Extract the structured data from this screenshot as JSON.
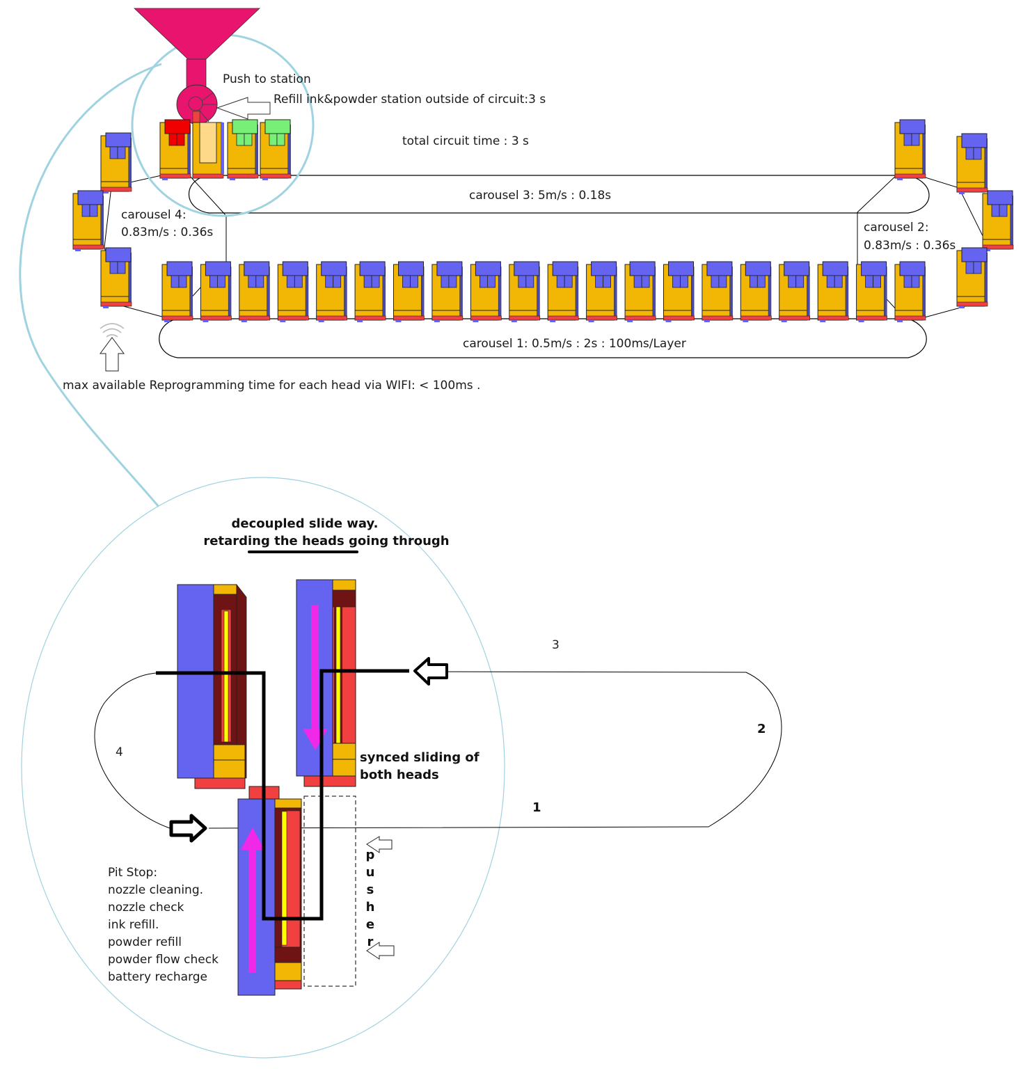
{
  "colors": {
    "head_body": "#F2B705",
    "head_cap_default": "#6464F0",
    "head_cap_refill_red": "#F00000",
    "head_cap_refill_green": "#78F078",
    "head_cap_refill_light": "#FFD98A",
    "head_base": "#F04040",
    "funnel": "#E8146E",
    "magnifier_circle": "#9FD3E0",
    "side_blue": "#6464F0",
    "side_dark_red": "#6E1414",
    "side_red": "#F04040",
    "side_yellow": "#FFFF00",
    "slide_arrow": "#F028E8",
    "outline": "#000000"
  },
  "top_section": {
    "station": {
      "push_label": "Push to station",
      "refill_label": "Refill ink&powder station outside of circuit:3 s",
      "icons": [
        "funnel-icon",
        "rotary-valve-icon",
        "push-arrow-icon"
      ],
      "refill_heads": [
        {
          "state": "refill-red"
        },
        {
          "state": "refill-light"
        },
        {
          "state": "refill-green"
        },
        {
          "state": "refill-green"
        }
      ]
    },
    "total_time_label": "total circuit time : 3 s",
    "carousels": [
      {
        "id": 1,
        "label": "carousel 1:  0.5m/s : 2s : 100ms/Layer",
        "heads": 20
      },
      {
        "id": 2,
        "label_line1": "carousel 2:",
        "label_line2": "0.83m/s : 0.36s",
        "heads": 4
      },
      {
        "id": 3,
        "label": "carousel 3:  5m/s  : 0.18s",
        "heads": 1
      },
      {
        "id": 4,
        "label_line1": "carousel 4:",
        "label_line2": "0.83m/s : 0.36s",
        "heads": 3
      }
    ],
    "wifi": {
      "icon": "wifi-icon",
      "label": "max available Reprogramming time for each head via WIFI: < 100ms ."
    }
  },
  "detail_section": {
    "title_line1": "decoupled slide way.",
    "title_line2": "retarding the heads going through",
    "synced_line1": "synced sliding of",
    "synced_line2": "both heads",
    "track_numbers": [
      "1",
      "2",
      "3",
      "4"
    ],
    "pusher_letters": [
      "p",
      "u",
      "s",
      "h",
      "e",
      "r"
    ],
    "pit_stop": {
      "title": "Pit Stop:",
      "items": [
        "nozzle cleaning.",
        "nozzle check",
        "ink refill.",
        "powder refill",
        "powder flow check",
        "battery recharge"
      ]
    }
  }
}
